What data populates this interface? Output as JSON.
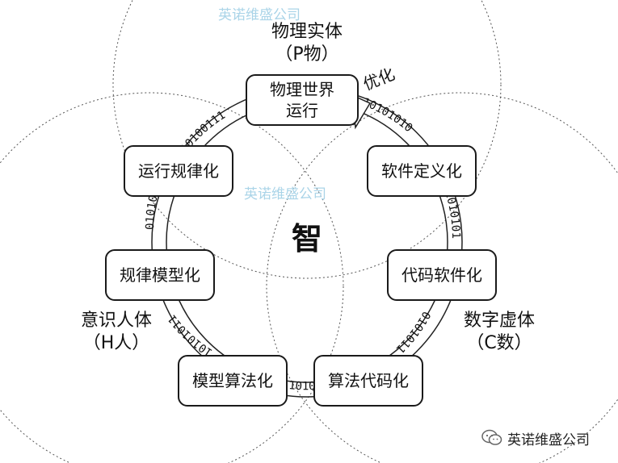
{
  "watermarks": [
    "英诺维盛公司",
    "英诺维盛公司"
  ],
  "regions": {
    "physical": {
      "line1": "物理实体",
      "line2": "（P物）"
    },
    "consciousness": {
      "line1": "意识人体",
      "line2": "（H人）"
    },
    "digital": {
      "line1": "数字虚体",
      "line2": "（C数）"
    }
  },
  "center_label": "智",
  "optimize_label": "优化",
  "steps": {
    "physical_world": "物理世界运行",
    "software_defined": "软件定义化",
    "code_software": "代码软件化",
    "algorithm_code": "算法代码化",
    "model_algorithm": "模型算法化",
    "law_model": "规律模型化",
    "operation_law": "运行规律化"
  },
  "ring_bits": {
    "top_left": "10100111",
    "top_right": "10101010",
    "right_upper": "01010101",
    "right_lower": "01010110",
    "bottom": "1010",
    "left_lower": "10101011",
    "left_upper": "01010101"
  },
  "footer": {
    "account": "英诺维盛公司",
    "icon": "wechat-icon"
  }
}
